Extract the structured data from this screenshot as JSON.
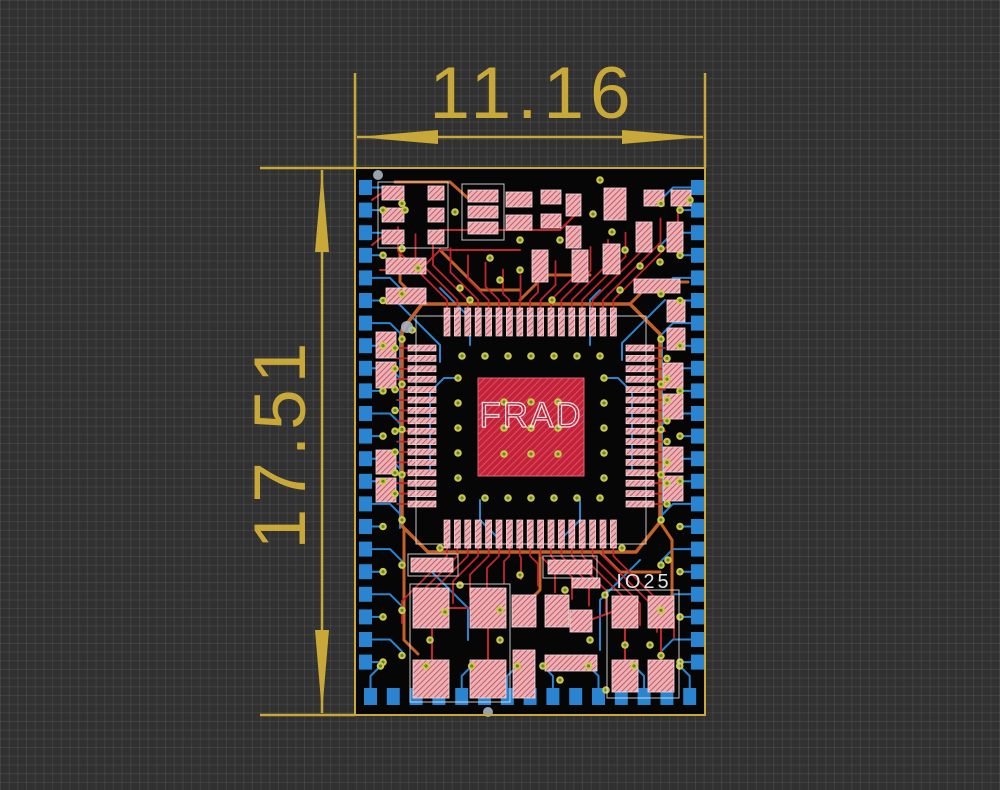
{
  "dimensions": {
    "width_label": "11.16",
    "height_label": "17.51"
  },
  "silkscreen": {
    "chip_marking": "FRAD",
    "pin_label": "IO25"
  },
  "colors": {
    "background": "#313131",
    "grid": "rgba(255,255,255,0.075)",
    "board": "#060606",
    "edge_cuts": "#c9a83a",
    "top_copper": "#c0262c",
    "bottom_copper": "#2a84cf",
    "inner_copper": "#c4602a",
    "pad": "#e8b2b6",
    "pad_hatch": "#c63a48",
    "pad_outline": "#f6dadc",
    "center_pad": "#c4223a",
    "center_hatch": "#e0606e",
    "silkscreen": "#e6e6e6",
    "via_ring": "#cfc64a",
    "via_hole": "#5a8a2a",
    "marker": "#a8b4c0"
  }
}
